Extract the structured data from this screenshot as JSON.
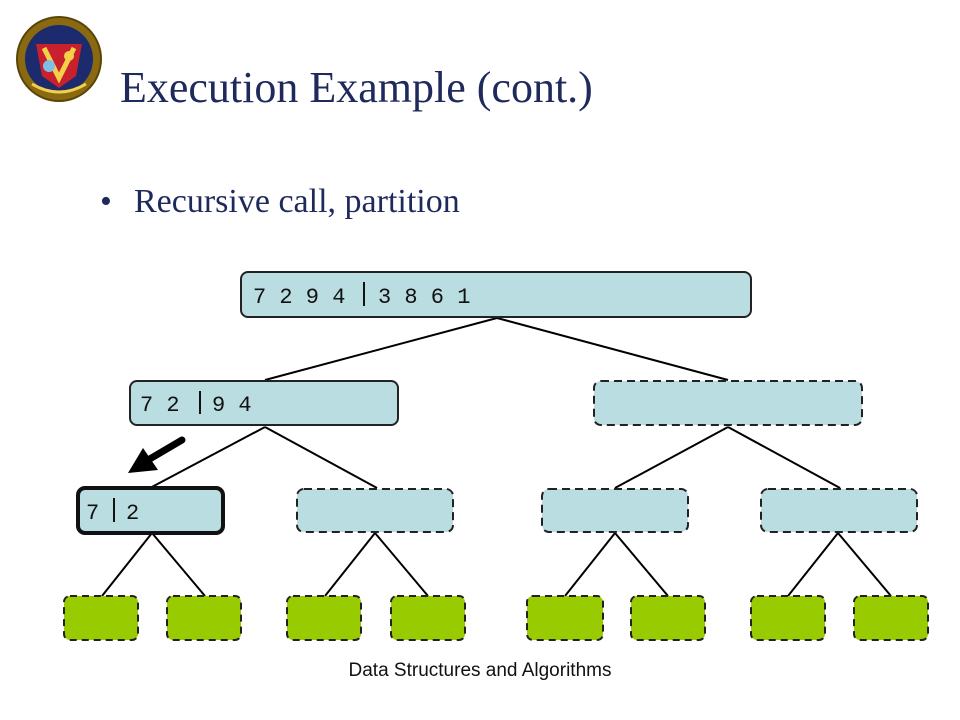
{
  "slide": {
    "title": "Execution Example (cont.)",
    "bullet": "Recursive call, partition",
    "footer": "Data Structures and Algorithms"
  },
  "tree": {
    "root": {
      "left": "7 2 9 4",
      "right": "3 8 6 1"
    },
    "level1_left": {
      "left": "7 2",
      "right": "9 4"
    },
    "level2_left": {
      "left": "7",
      "right": "2"
    }
  },
  "colors": {
    "node_fill": "#b9dde0",
    "leaf_fill": "#99cc00",
    "title": "#1f2a5c"
  },
  "logo": {
    "name": "institute-crest-logo"
  }
}
